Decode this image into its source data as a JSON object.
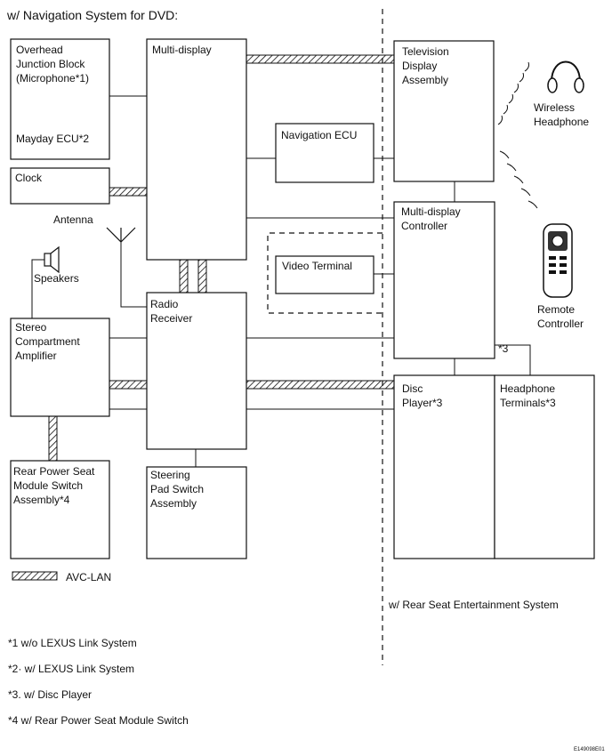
{
  "title": "w/ Navigation System for DVD:",
  "blocks": {
    "overhead_line1": "Overhead",
    "overhead_line2": "Junction Block",
    "overhead_line3": "(Microphone*1)",
    "mayday": "Mayday ECU*2",
    "clock": "Clock",
    "antenna": "Antenna",
    "speakers": "Speakers",
    "amp_line1": "Stereo",
    "amp_line2": "Compartment",
    "amp_line3": "Amplifier",
    "seat_line1": "Rear Power Seat",
    "seat_line2": "Module Switch",
    "seat_line3": "Assembly*4",
    "multidisplay": "Multi-display",
    "radio_line1": "Radio",
    "radio_line2": "Receiver",
    "steering_line1": "Steering",
    "steering_line2": "Pad Switch",
    "steering_line3": "Assembly",
    "nav_ecu": "Navigation ECU",
    "video_terminal": "Video Terminal",
    "tv_line1": "Television",
    "tv_line2": "Display",
    "tv_line3": "Assembly",
    "mdc_line1": "Multi-display",
    "mdc_line2": "Controller",
    "disc_line1": "Disc",
    "disc_line2": "Player*3",
    "hp_line1": "Headphone",
    "hp_line2": "Terminals*3",
    "wireless_line1": "Wireless",
    "wireless_line2": "Headphone",
    "remote_line1": "Remote",
    "remote_line2": "Controller",
    "star3": "*3"
  },
  "legend": {
    "avc_lan": "AVC-LAN"
  },
  "rse_label": "w/ Rear Seat Entertainment System",
  "notes": [
    "*1  w/o LEXUS Link System",
    "*2· w/ LEXUS Link System",
    "*3. w/ Disc Player",
    "*4  w/ Rear Power Seat Module Switch"
  ],
  "figure_code": "E149098E01"
}
